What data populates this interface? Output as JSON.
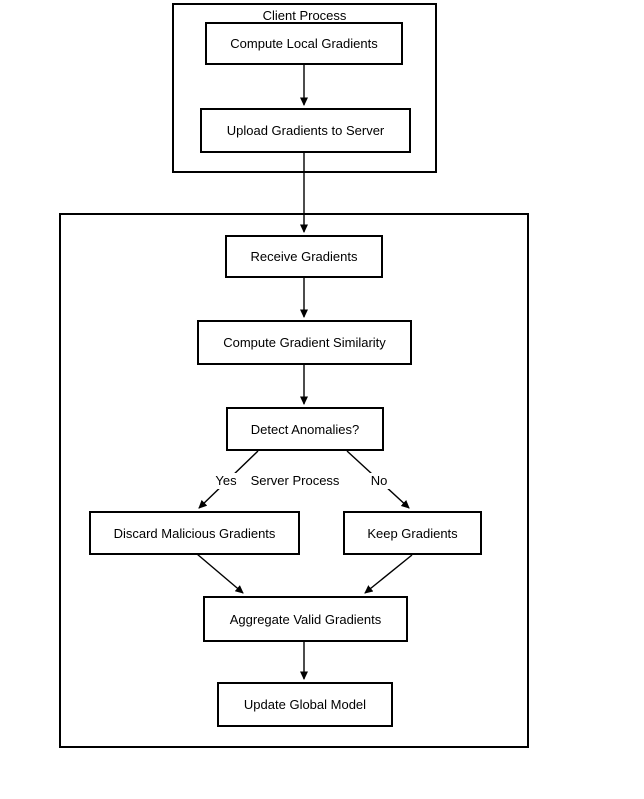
{
  "containers": {
    "client": {
      "label": "Client Process"
    },
    "server": {
      "label": "Server Process"
    }
  },
  "nodes": {
    "compute_local_gradients": {
      "label": "Compute Local Gradients"
    },
    "upload_gradients": {
      "label": "Upload Gradients to Server"
    },
    "receive_gradients": {
      "label": "Receive Gradients"
    },
    "compute_similarity": {
      "label": "Compute Gradient Similarity"
    },
    "detect_anomalies": {
      "label": "Detect Anomalies?"
    },
    "discard_malicious": {
      "label": "Discard Malicious Gradients"
    },
    "keep_gradients": {
      "label": "Keep Gradients"
    },
    "aggregate_valid": {
      "label": "Aggregate Valid Gradients"
    },
    "update_global": {
      "label": "Update Global Model"
    }
  },
  "branch_labels": {
    "yes": "Yes",
    "no": "No"
  },
  "colors": {
    "stroke": "#000000",
    "background": "#ffffff",
    "text": "#000000"
  }
}
